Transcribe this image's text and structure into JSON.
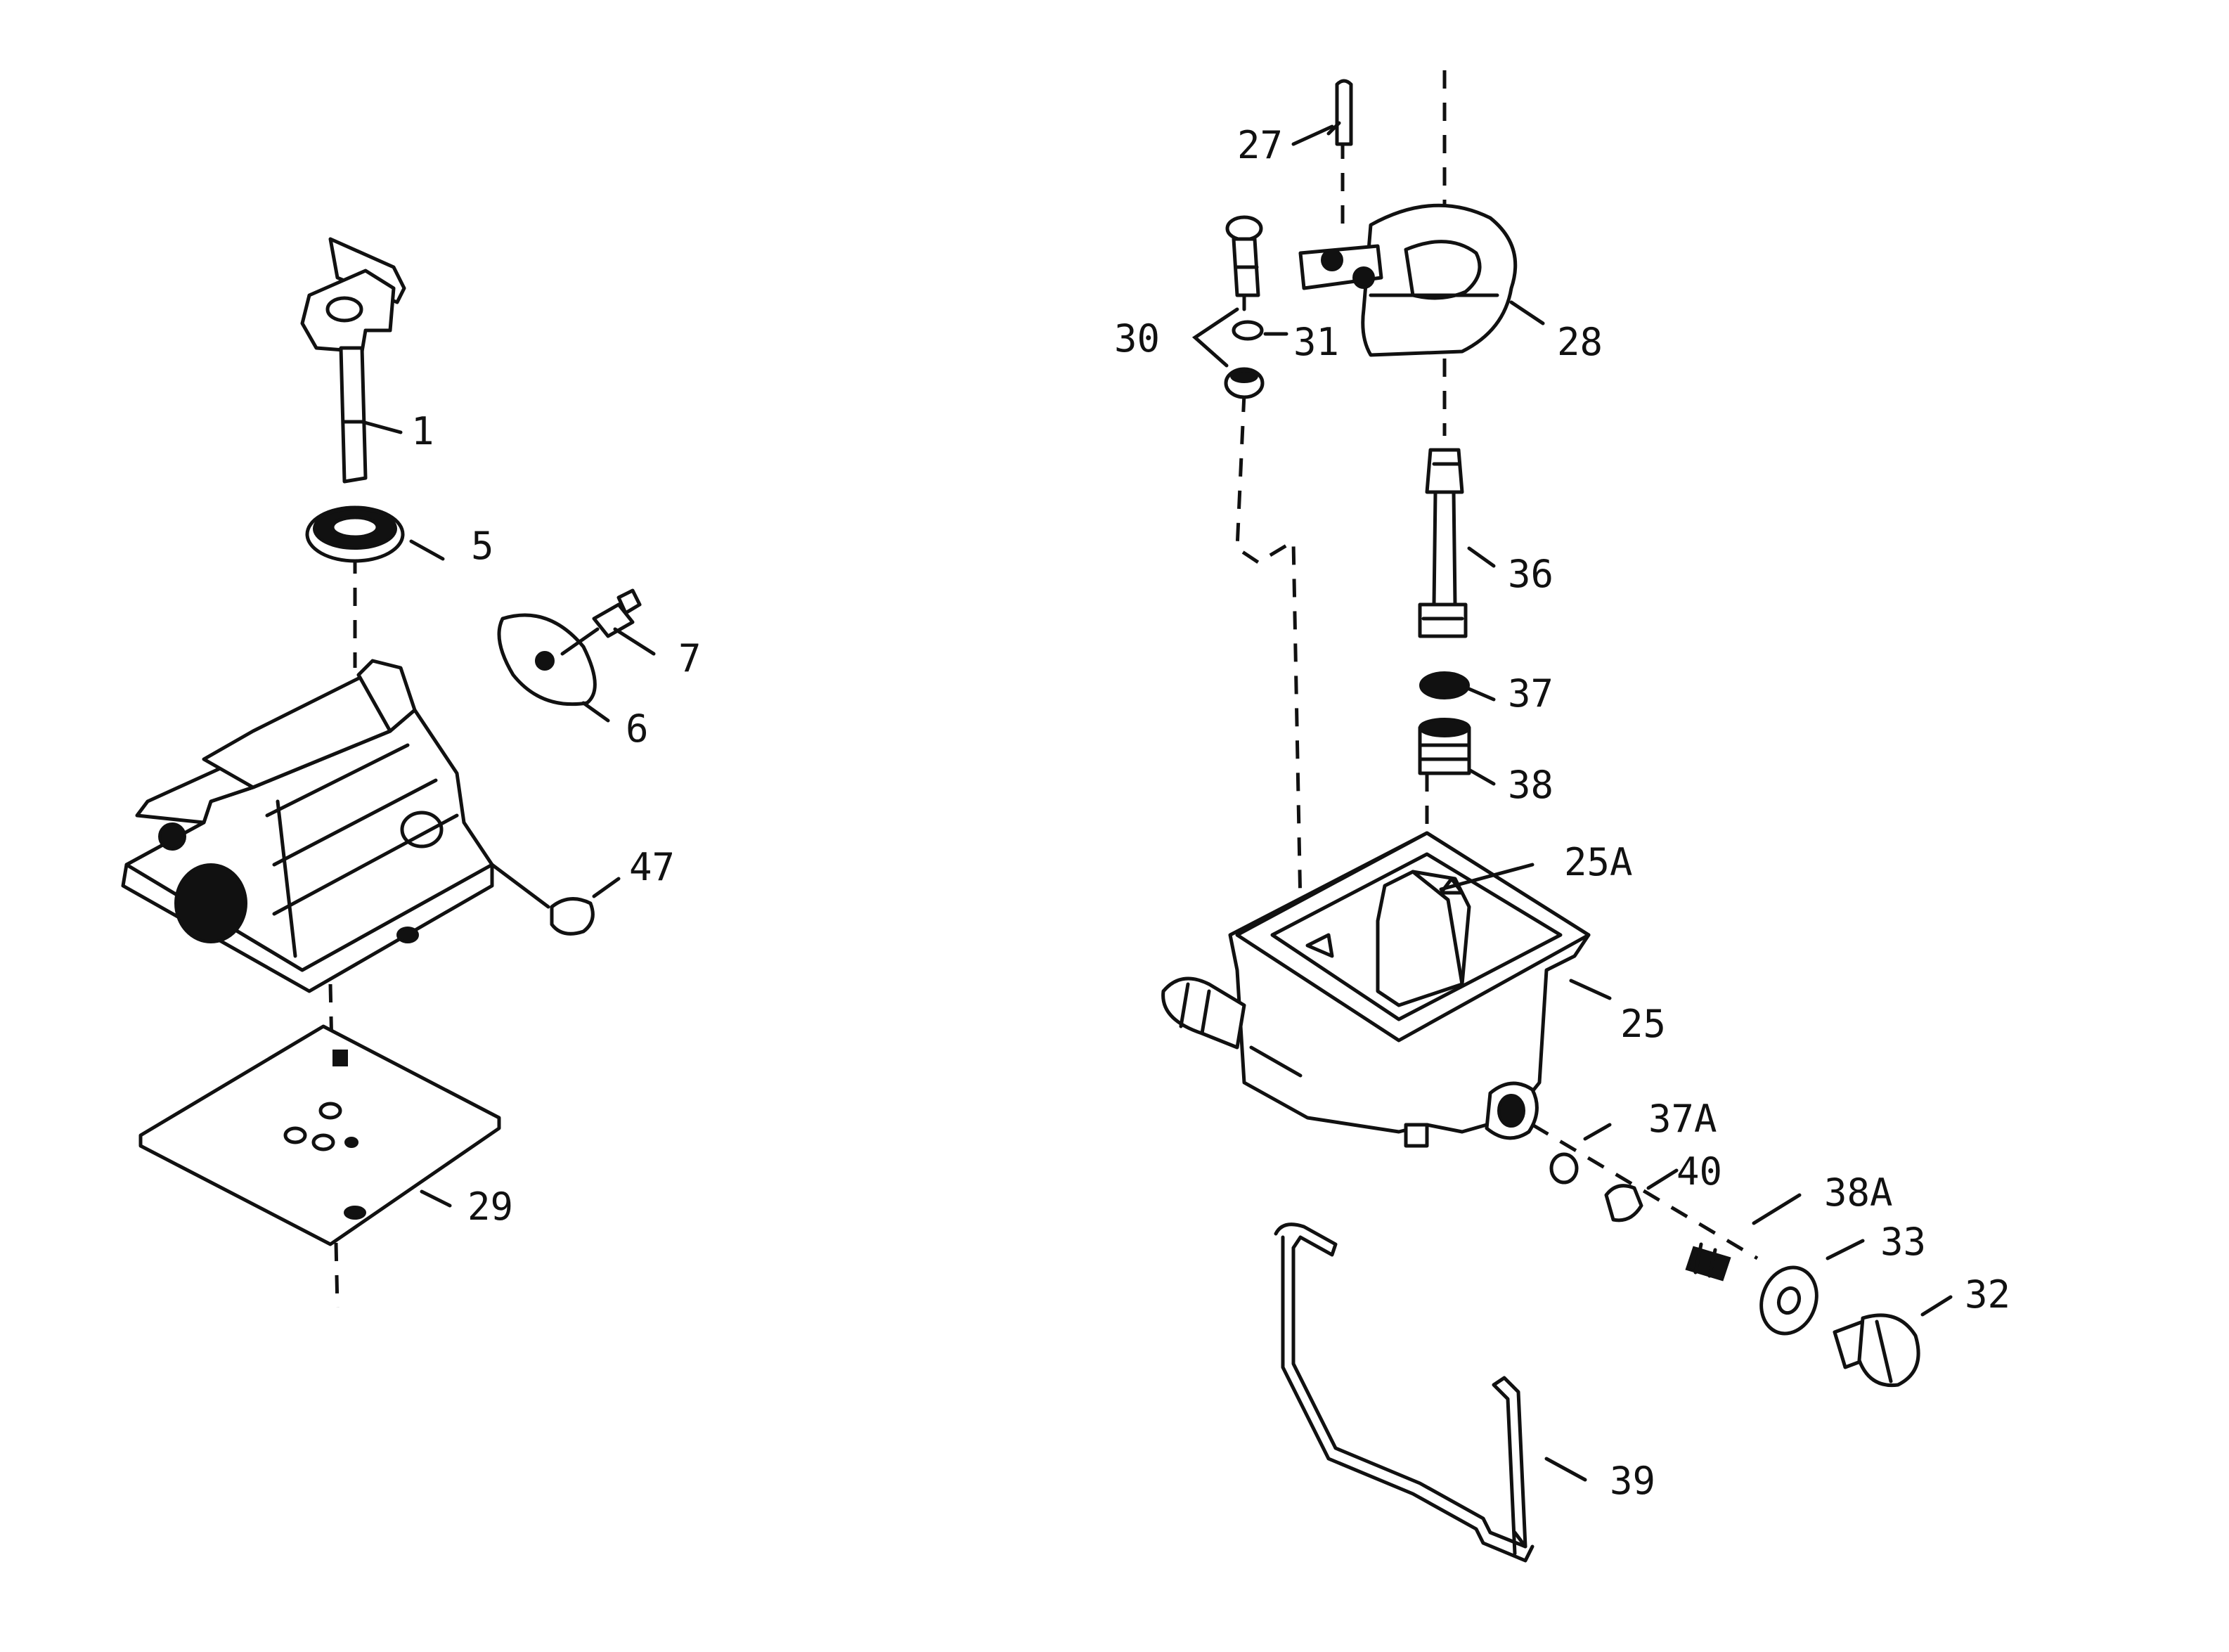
{
  "colors": {
    "ink": "#111111",
    "paper": "#ffffff"
  },
  "callouts": {
    "c1": "1",
    "c5": "5",
    "c6": "6",
    "c7": "7",
    "c47": "47",
    "c29": "29",
    "c27": "27",
    "c28": "28",
    "c30": "30",
    "c31": "31",
    "c36": "36",
    "c37": "37",
    "c38": "38",
    "c25a": "25A",
    "c25": "25",
    "c37a": "37A",
    "c40": "40",
    "c38a": "38A",
    "c33": "33",
    "c32": "32",
    "c39": "39"
  }
}
